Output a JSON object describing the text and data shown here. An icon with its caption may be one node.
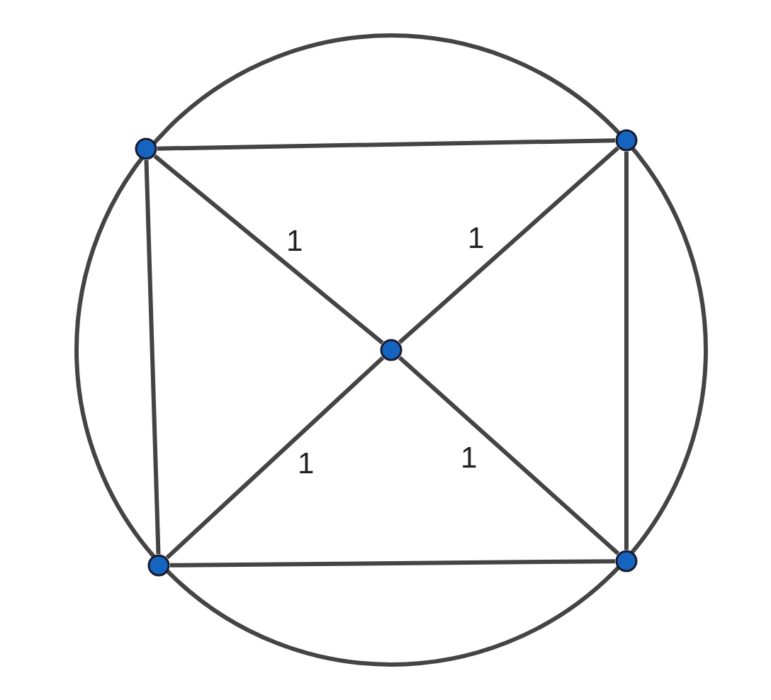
{
  "diagram": {
    "nodes": [
      {
        "text": [],
        "shape": "circle"
      },
      {
        "text": [],
        "shape": "circle"
      },
      {
        "text": [],
        "shape": "circle"
      },
      {
        "text": [],
        "shape": "circle"
      },
      {
        "text": [],
        "shape": "circle"
      }
    ],
    "edges": [
      {
        "from": 0,
        "to": 1,
        "arrow": "none"
      },
      {
        "from": 1,
        "to": 4,
        "arrow": "none"
      },
      {
        "from": 4,
        "to": 3,
        "arrow": "none"
      },
      {
        "from": 3,
        "to": 0,
        "arrow": "none"
      },
      {
        "from": 0,
        "to": 2,
        "arrow": "none",
        "label": "1"
      },
      {
        "from": 1,
        "to": 2,
        "arrow": "none",
        "label": "1"
      },
      {
        "from": 2,
        "to": 3,
        "arrow": "none",
        "label": "1"
      },
      {
        "from": 2,
        "to": 4,
        "arrow": "none",
        "label": "1"
      }
    ]
  }
}
